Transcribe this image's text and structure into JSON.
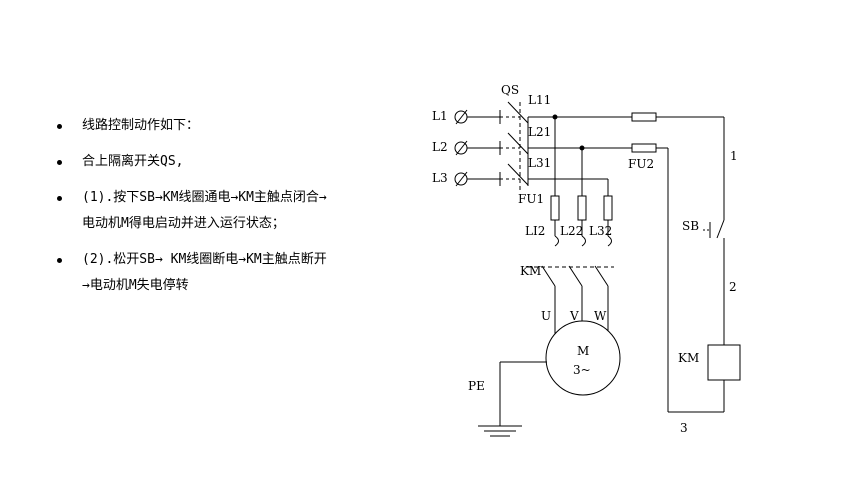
{
  "bullets": [
    "线路控制动作如下：",
    "合上隔离开关QS,",
    "(1).按下SB→KM线圈通电→KM主触点闭合→\n电动机M得电启动并进入运行状态；",
    "(2).松开SB→ KM线圈断电→KM主触点断开\n→电动机M失电停转"
  ],
  "diagram": {
    "labels": {
      "l1": "L1",
      "l2": "L2",
      "l3": "L3",
      "qs": "QS",
      "l11": "L11",
      "l21": "L21",
      "l31": "L31",
      "fu1": "FU1",
      "fu2": "FU2",
      "li2": "LI2",
      "l22": "L22",
      "l32": "L32",
      "km_contact": "KM",
      "u": "U",
      "v": "V",
      "w": "W",
      "motor_m": "M",
      "motor_phase": "3~",
      "pe": "PE",
      "sb": "SB",
      "km_coil": "KM",
      "wire1": "1",
      "wire2": "2",
      "wire3": "3"
    }
  }
}
